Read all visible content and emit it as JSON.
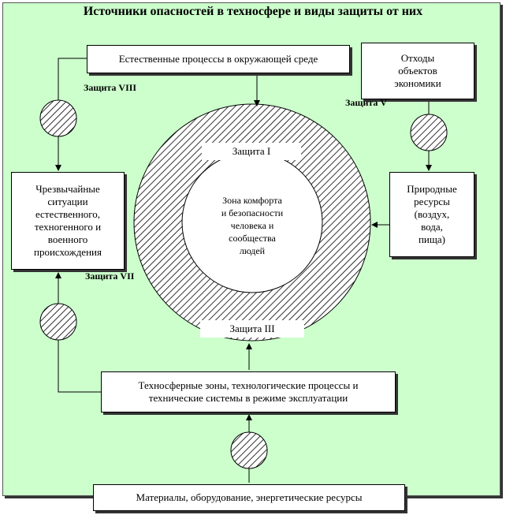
{
  "diagram": {
    "title": "Источники опасностей в техносфере и виды защиты от них",
    "boxes": {
      "natural_processes": "Естественные процессы в окружающей среде",
      "waste": "Отходы\nобъектов\nэкономики",
      "emergencies": "Чрезвычайные\nситуации\nестественного,\nтехногенного и\nвоенного\nпроисхождения",
      "natural_resources": "Природные\nресурсы\n(воздух,\nвода,\nпища)",
      "technosphere": "Техносферные  зоны, технологические  процессы и\nтехнические системы в режиме эксплуатации",
      "materials": "Материалы, оборудование, энергетические ресурсы"
    },
    "protections": {
      "viii": "Защита  VIII",
      "v": "Защита  V",
      "i": "Защита I",
      "vii": "Защита VII",
      "iii": "Защита III"
    },
    "comfort_zone": "Зона комфорта\nи безопасности\nчеловека и\nсообщества\nлюдей"
  }
}
